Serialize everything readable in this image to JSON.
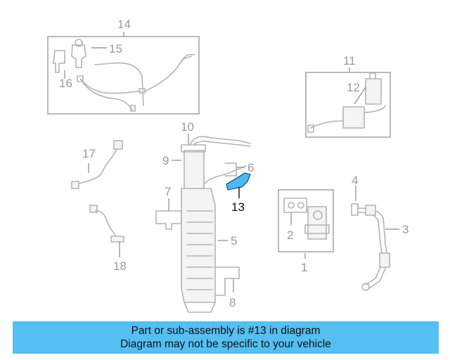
{
  "diagram": {
    "highlighted_part": "13",
    "highlight_color": "#4fb8ee",
    "callouts": [
      "1",
      "2",
      "3",
      "4",
      "5",
      "6",
      "7",
      "8",
      "9",
      "10",
      "11",
      "12",
      "13",
      "14",
      "15",
      "16",
      "17",
      "18"
    ]
  },
  "banner": {
    "line1": "Part or sub-assembly is #13 in diagram",
    "line2": "Diagram may not be specific to your vehicle",
    "background": "#55bff2"
  }
}
